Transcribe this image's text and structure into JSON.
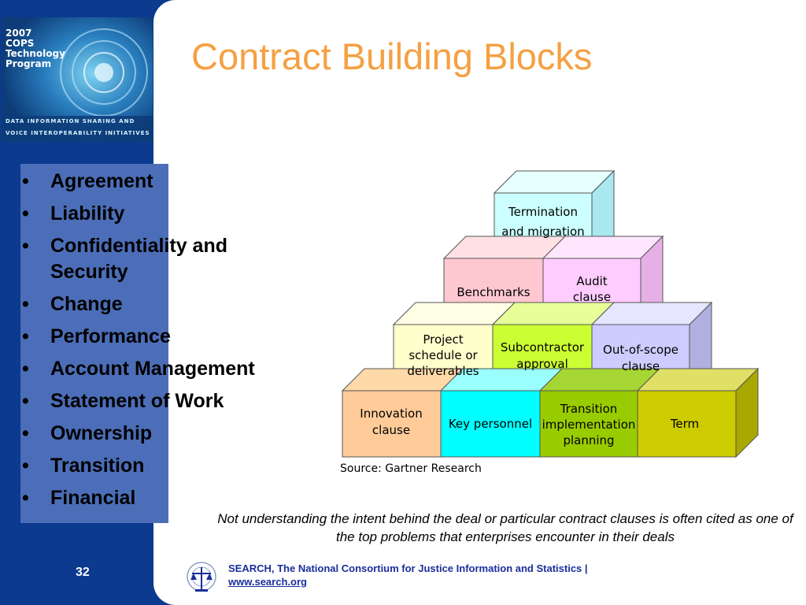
{
  "slide": {
    "title": "Contract Building Blocks",
    "page_number": "32"
  },
  "logo": {
    "line1": "2007",
    "line2": "COPS",
    "line3": "Technology",
    "line4": "Program",
    "sub1": "DATA INFORMATION SHARING AND",
    "sub2": "VOICE INTEROPERABILITY INITIATIVES"
  },
  "bullets": [
    "Agreement",
    "Liability",
    "Confidentiality and",
    "Change",
    "Performance",
    "Account Management",
    "Statement of Work",
    "Ownership",
    "Transition",
    "Financial"
  ],
  "bullet_continuation": "Security",
  "diagram": {
    "blocks": {
      "termination": [
        "Termination",
        "and migration"
      ],
      "benchmarks": [
        "Benchmarks"
      ],
      "audit": [
        "Audit",
        "clause"
      ],
      "project": [
        "Project",
        "schedule or",
        "deliverables"
      ],
      "subcontractor": [
        "Subcontractor",
        "approval"
      ],
      "out_of_scope": [
        "Out-of-scope",
        "clause"
      ],
      "innovation": [
        "Innovation",
        "clause"
      ],
      "key_personnel": [
        "Key personnel"
      ],
      "transition_plan": [
        "Transition",
        "implementation",
        "planning"
      ],
      "term": [
        "Term"
      ]
    },
    "source": "Source: Gartner Research"
  },
  "quote": "Not understanding the intent behind the deal or particular contract clauses is often cited as one of the top problems that enterprises encounter in their deals",
  "footer": {
    "org": "SEARCH, The National Consortium for Justice Information and Statistics  |",
    "url": "www.search.org"
  },
  "colors": {
    "background": "#0b3a8f",
    "title": "#f5a042",
    "bullet_box": "#4c6eb8",
    "footer_text": "#1a2e9a"
  }
}
